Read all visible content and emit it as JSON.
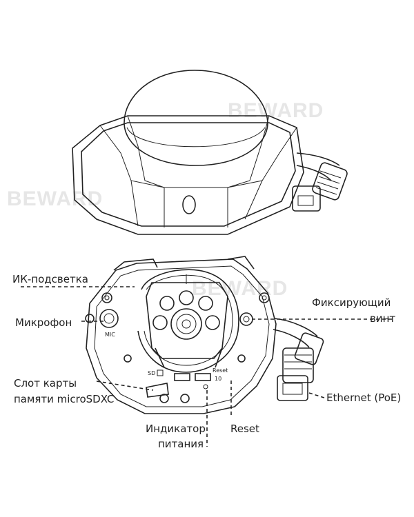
{
  "watermark": "BEWARD",
  "labels": {
    "ir": "ИК-подсветка",
    "mic": "Микрофон",
    "sd_slot_line1": "Слот карты",
    "sd_slot_line2": "памяти microSDXC",
    "power_led_line1": "Индикатор",
    "power_led_line2": "питания",
    "reset": "Reset",
    "lock_screw_line1": "Фиксирующий",
    "lock_screw_line2": "винт",
    "ethernet": "Ethernet (PoE)"
  },
  "board_marks": {
    "mic": "MIC",
    "sd": "SD",
    "reset": "Reset",
    "ten": "10"
  }
}
